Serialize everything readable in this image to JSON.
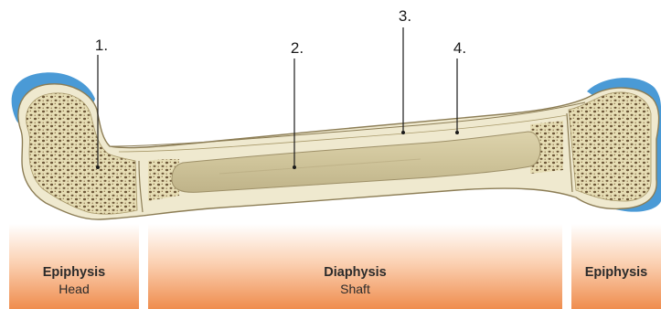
{
  "markers": [
    "1.",
    "2.",
    "3.",
    "4."
  ],
  "regions": [
    {
      "title": "Epiphysis",
      "subtitle": "Head"
    },
    {
      "title": "Diaphysis",
      "subtitle": "Shaft"
    },
    {
      "title": "Epiphysis",
      "subtitle": ""
    }
  ],
  "colors": {
    "cartilage": "#4a9ad6",
    "spongy_bone": "#e6ddb4",
    "compact_bone": "#efe9cf",
    "marrow": "#cfc49a",
    "pores": "#6b5536",
    "band_top": "#ffffff",
    "band_bottom": "#ef8d4e"
  }
}
